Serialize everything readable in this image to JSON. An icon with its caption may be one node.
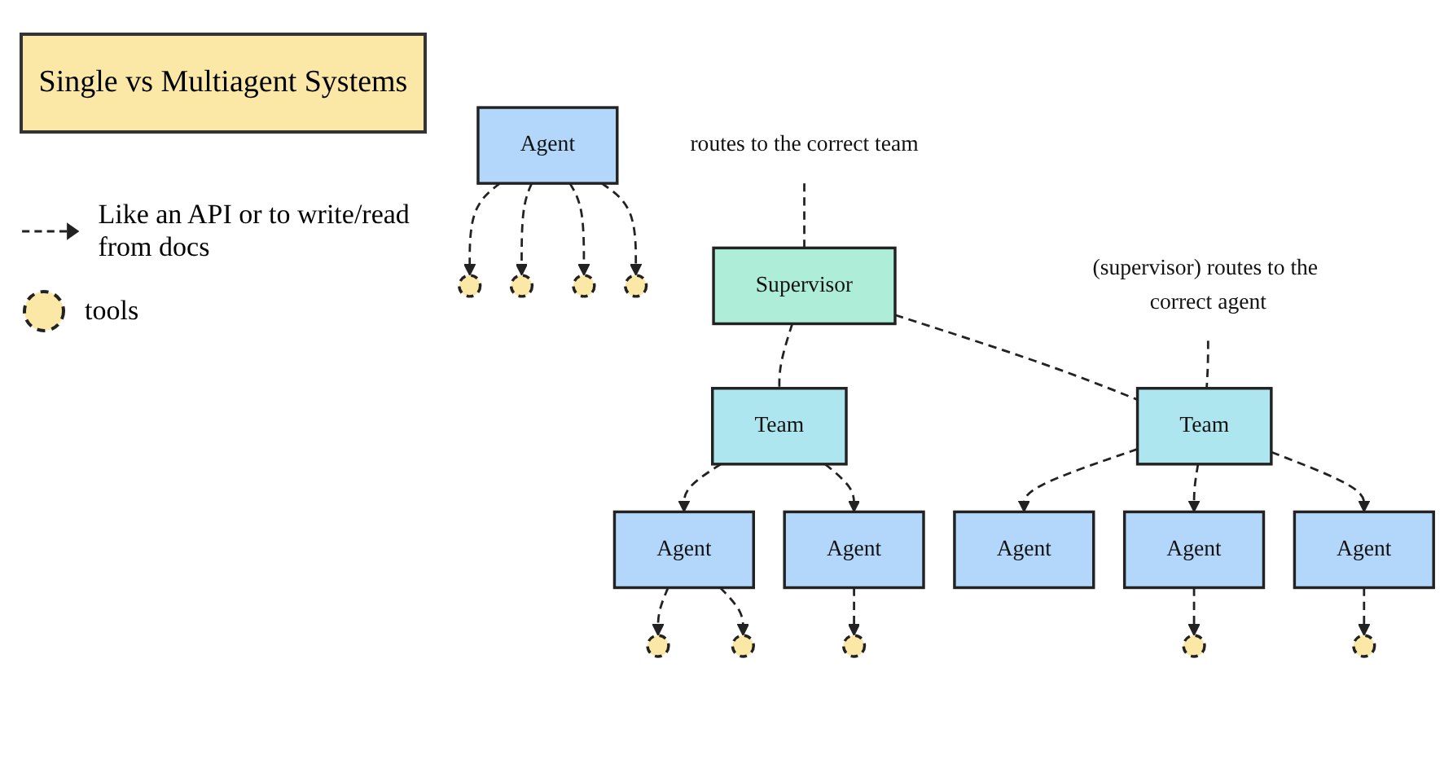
{
  "diagram": {
    "title": "Single vs Multiagent Systems",
    "nodes": [
      {
        "text": [
          "Agent"
        ]
      },
      {
        "text": [],
        "shape": "circle"
      },
      {
        "text": [],
        "shape": "circle"
      },
      {
        "text": [],
        "shape": "circle"
      },
      {
        "text": [],
        "shape": "circle"
      },
      {
        "text": [
          "routes to the correct team"
        ]
      },
      {
        "text": [
          "Supervisor"
        ]
      },
      {
        "text": [
          "(supervisor) routes to the correct agent"
        ]
      },
      {
        "text": [
          "Team"
        ]
      },
      {
        "text": [
          "Team"
        ]
      },
      {
        "text": [
          "Agent"
        ]
      },
      {
        "text": [
          "Agent"
        ]
      },
      {
        "text": [
          "Agent"
        ]
      },
      {
        "text": [
          "Agent"
        ]
      },
      {
        "text": [
          "Agent"
        ]
      },
      {
        "text": [],
        "shape": "circle"
      },
      {
        "text": [],
        "shape": "circle"
      },
      {
        "text": [],
        "shape": "circle"
      },
      {
        "text": [],
        "shape": "circle"
      },
      {
        "text": [],
        "shape": "circle"
      }
    ],
    "edges": [
      {
        "from": 0,
        "to": 1,
        "arrow": "to",
        "style": "dashed"
      },
      {
        "from": 0,
        "to": 2,
        "arrow": "to",
        "style": "dashed"
      },
      {
        "from": 0,
        "to": 3,
        "arrow": "to",
        "style": "dashed"
      },
      {
        "from": 0,
        "to": 4,
        "arrow": "to",
        "style": "dashed"
      },
      {
        "from": 5,
        "to": 6,
        "arrow": "none",
        "style": "dashed"
      },
      {
        "from": 6,
        "to": 8,
        "arrow": "none",
        "style": "dashed"
      },
      {
        "from": 6,
        "to": 9,
        "arrow": "none",
        "style": "dashed"
      },
      {
        "from": 7,
        "to": 9,
        "arrow": "none",
        "style": "dashed"
      },
      {
        "from": 9,
        "to": 10,
        "arrow": "to",
        "style": "dashed"
      },
      {
        "from": 8,
        "to": 11,
        "arrow": "to",
        "style": "dashed"
      },
      {
        "from": 8,
        "to": 12,
        "arrow": "to",
        "style": "dashed"
      },
      {
        "from": 9,
        "to": 13,
        "arrow": "to",
        "style": "dashed"
      },
      {
        "from": 9,
        "to": 14,
        "arrow": "to",
        "style": "dashed"
      },
      {
        "from": 11,
        "to": 15,
        "arrow": "to",
        "style": "dashed"
      },
      {
        "from": 11,
        "to": 16,
        "arrow": "to",
        "style": "dashed"
      },
      {
        "from": 12,
        "to": 17,
        "arrow": "to",
        "style": "dashed"
      },
      {
        "from": 13,
        "to": 18,
        "arrow": "to",
        "style": "dashed"
      },
      {
        "from": 14,
        "to": 19,
        "arrow": "to",
        "style": "dashed"
      }
    ],
    "legend": [
      {
        "text": "Like an API or to write/read from docs"
      },
      {
        "text": "tools"
      }
    ]
  }
}
